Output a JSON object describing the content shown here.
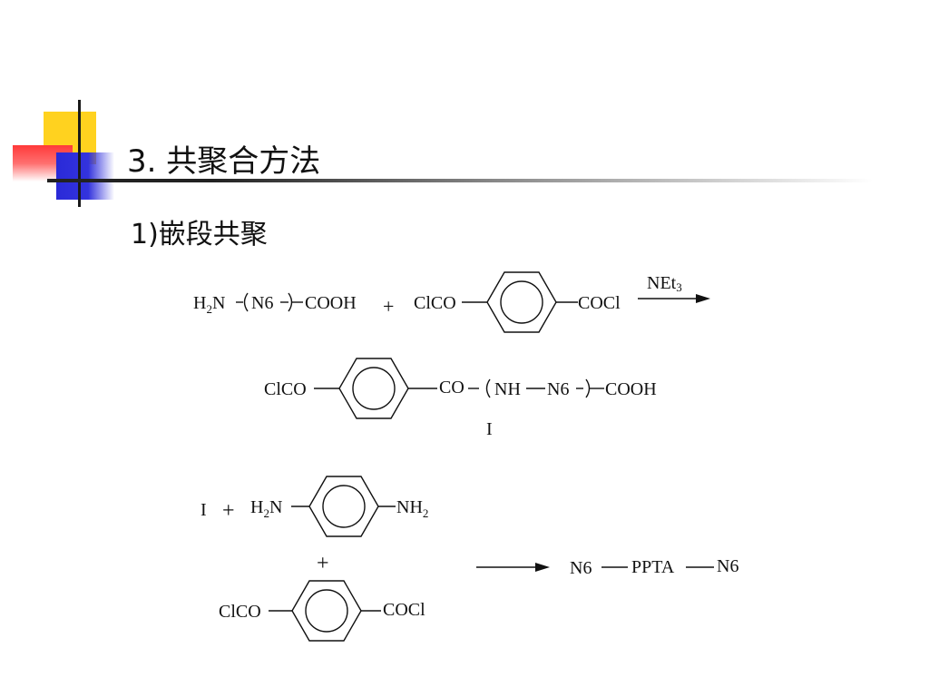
{
  "slide": {
    "title": "3. 共聚合方法",
    "subtitle": "1)嵌段共聚"
  },
  "scheme": {
    "r1_reactant1": {
      "h2": "H",
      "h2_sub": "2",
      "n": "N",
      "n6": "N6",
      "cooh": "COOH"
    },
    "plus": "+",
    "r1_reactant2": {
      "left": "ClCO",
      "right": "COCl"
    },
    "reagent": {
      "main": "NEt",
      "sub": "3"
    },
    "product_i": {
      "left": "ClCO",
      "co": "CO",
      "nh": "NH",
      "n6": "N6",
      "cooh": "COOH",
      "label": "I"
    },
    "r2_i": "I",
    "r2_diamine": {
      "h2": "H",
      "h2_sub": "2",
      "n": "N",
      "nh": "NH",
      "nh_sub": "2"
    },
    "r2_diacid": {
      "left": "ClCO",
      "right": "COCl"
    },
    "final_product": {
      "n6_left": "N6",
      "ppta": "PPTA",
      "n6_right": "N6"
    }
  },
  "colors": {
    "accent_yellow": "#ffd21f",
    "accent_blue": "#3333dd",
    "accent_red": "#ff3a3a"
  }
}
